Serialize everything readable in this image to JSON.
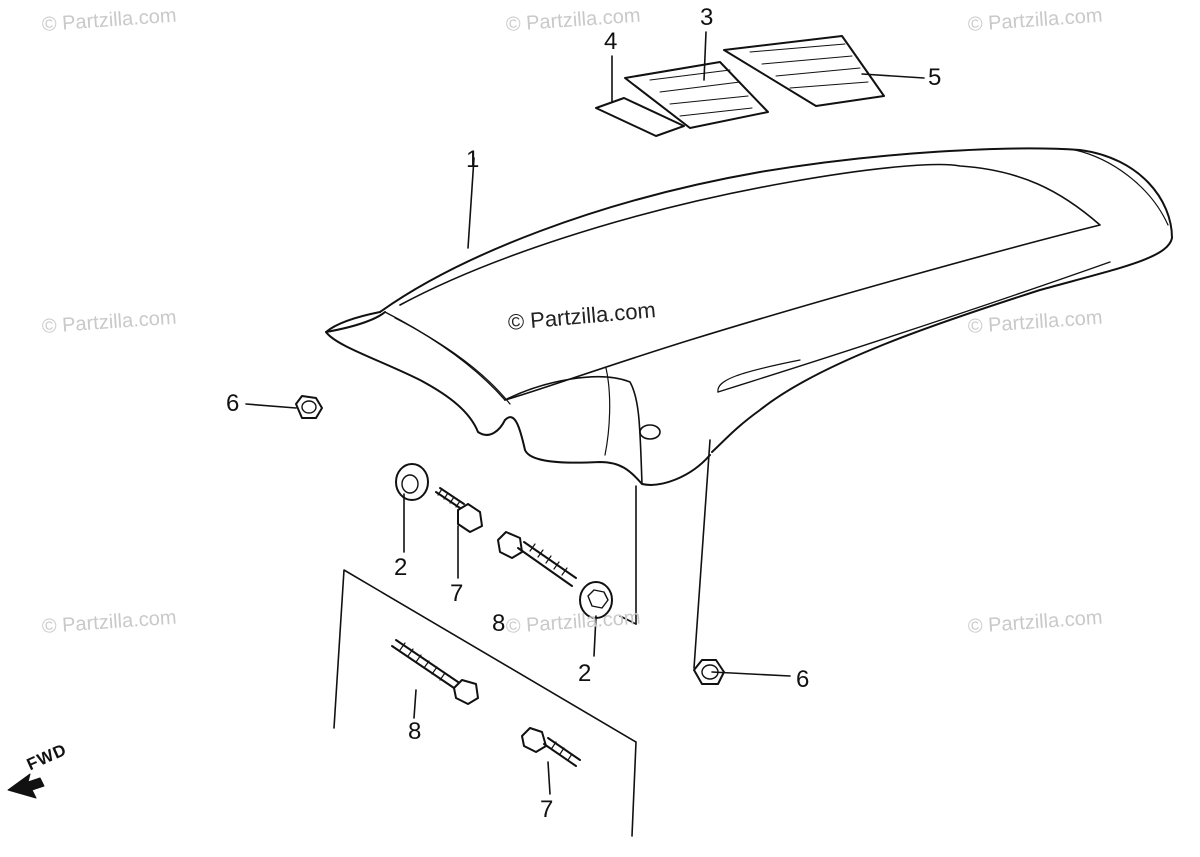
{
  "watermark": {
    "text": "© Partzilla.com"
  },
  "callouts": {
    "c1": "1",
    "c2a": "2",
    "c2b": "2",
    "c3": "3",
    "c4": "4",
    "c5": "5",
    "c6a": "6",
    "c6b": "6",
    "c7a": "7",
    "c7b": "7",
    "c8a": "8",
    "c8b": "8"
  },
  "direction": {
    "label": "FWD"
  }
}
